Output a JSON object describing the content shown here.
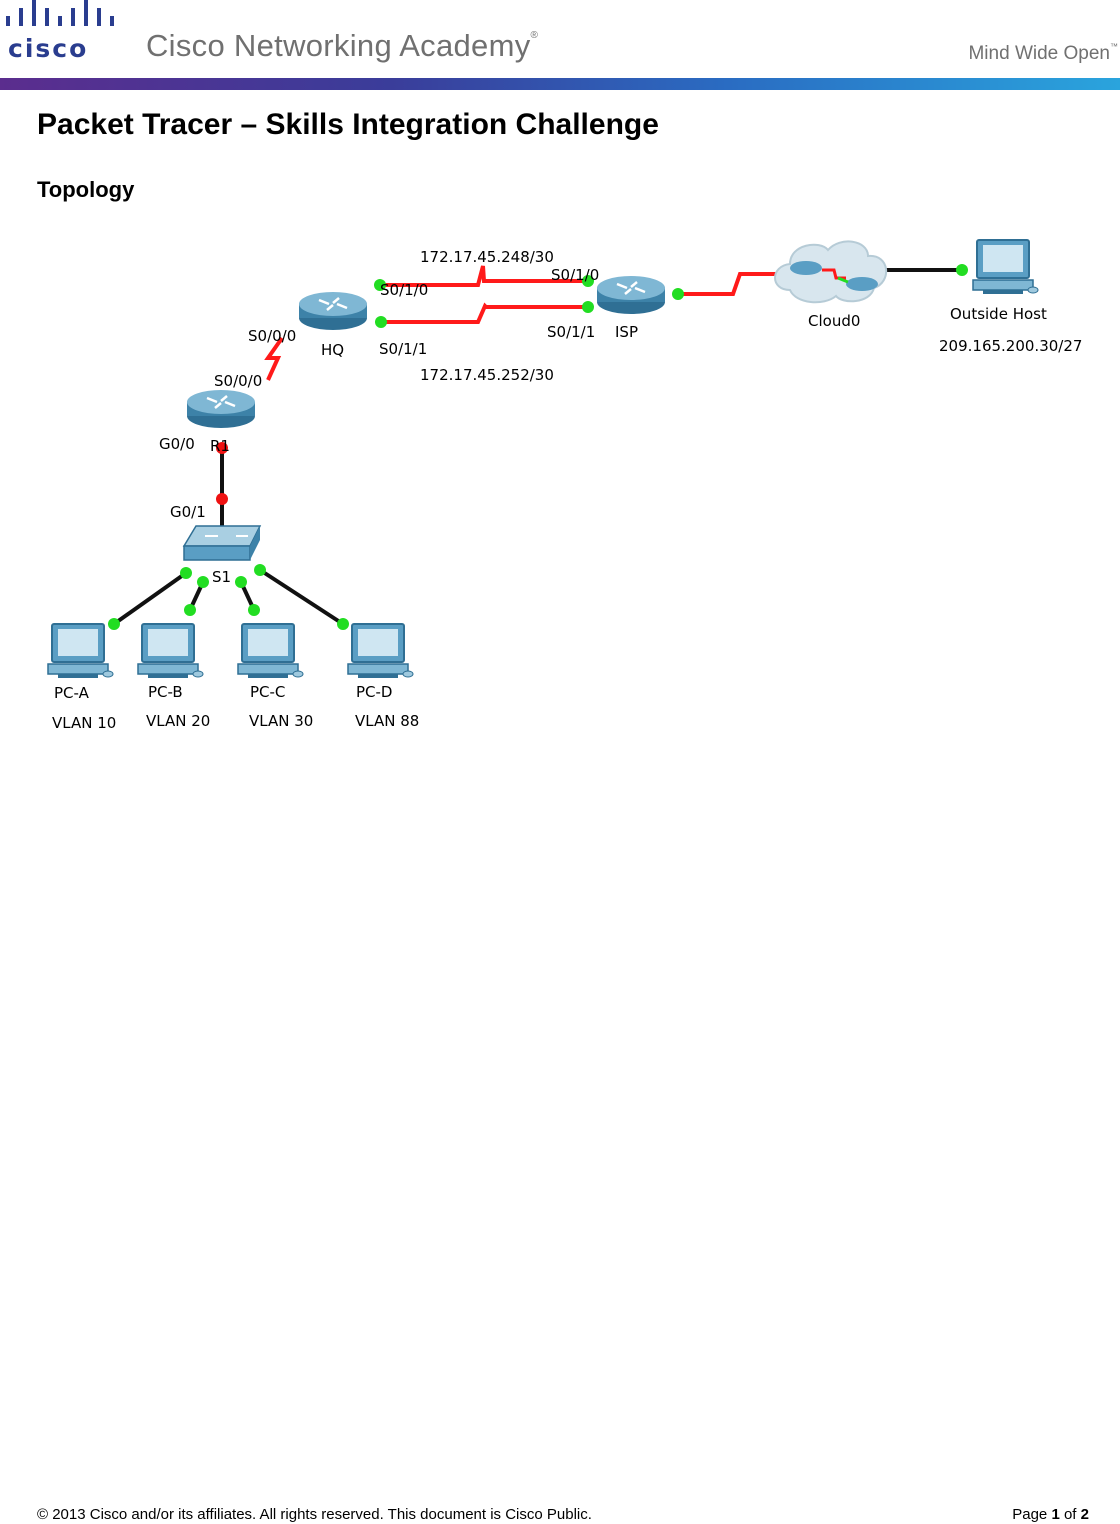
{
  "header": {
    "logo_text": "cisco",
    "brand": "Cisco Networking Academy",
    "brand_mark": "®",
    "tagline": "Mind Wide Open",
    "tagline_mark": "™",
    "colors": {
      "logo": "#2a3d8f",
      "gradient_start": "#5b2d8e",
      "gradient_end": "#2aa4dd",
      "brand_text": "#707070"
    }
  },
  "document": {
    "title": "Packet Tracer – Skills Integration Challenge",
    "section": "Topology"
  },
  "topology": {
    "networks": {
      "upper": "172.17.45.248/30",
      "lower": "172.17.45.252/30",
      "outside": "209.165.200.30/27"
    },
    "devices": {
      "hq": "HQ",
      "isp": "ISP",
      "r1": "R1",
      "s1": "S1",
      "cloud": "Cloud0",
      "outside_host": "Outside Host",
      "pc_a": "PC-A",
      "pc_b": "PC-B",
      "pc_c": "PC-C",
      "pc_d": "PC-D"
    },
    "interfaces": {
      "hq_s010": "S0/1/0",
      "hq_s011": "S0/1/1",
      "hq_s000": "S0/0/0",
      "isp_s010": "S0/1/0",
      "isp_s011": "S0/1/1",
      "r1_s000": "S0/0/0",
      "r1_g00": "G0/0",
      "s1_g01": "G0/1"
    },
    "vlans": {
      "pc_a": "VLAN 10",
      "pc_b": "VLAN 20",
      "pc_c": "VLAN 30",
      "pc_d": "VLAN 88"
    },
    "colors": {
      "serial_link": "#ff1a1a",
      "ethernet_link": "#111111",
      "port_up": "#22dd22",
      "port_down": "#ee1111",
      "device": "#4f93b8"
    }
  },
  "footer": {
    "copyright": "© 2013 Cisco and/or its affiliates. All rights reserved. This document is Cisco Public.",
    "page_prefix": "Page",
    "page_current": "1",
    "page_of": "of",
    "page_total": "2"
  }
}
